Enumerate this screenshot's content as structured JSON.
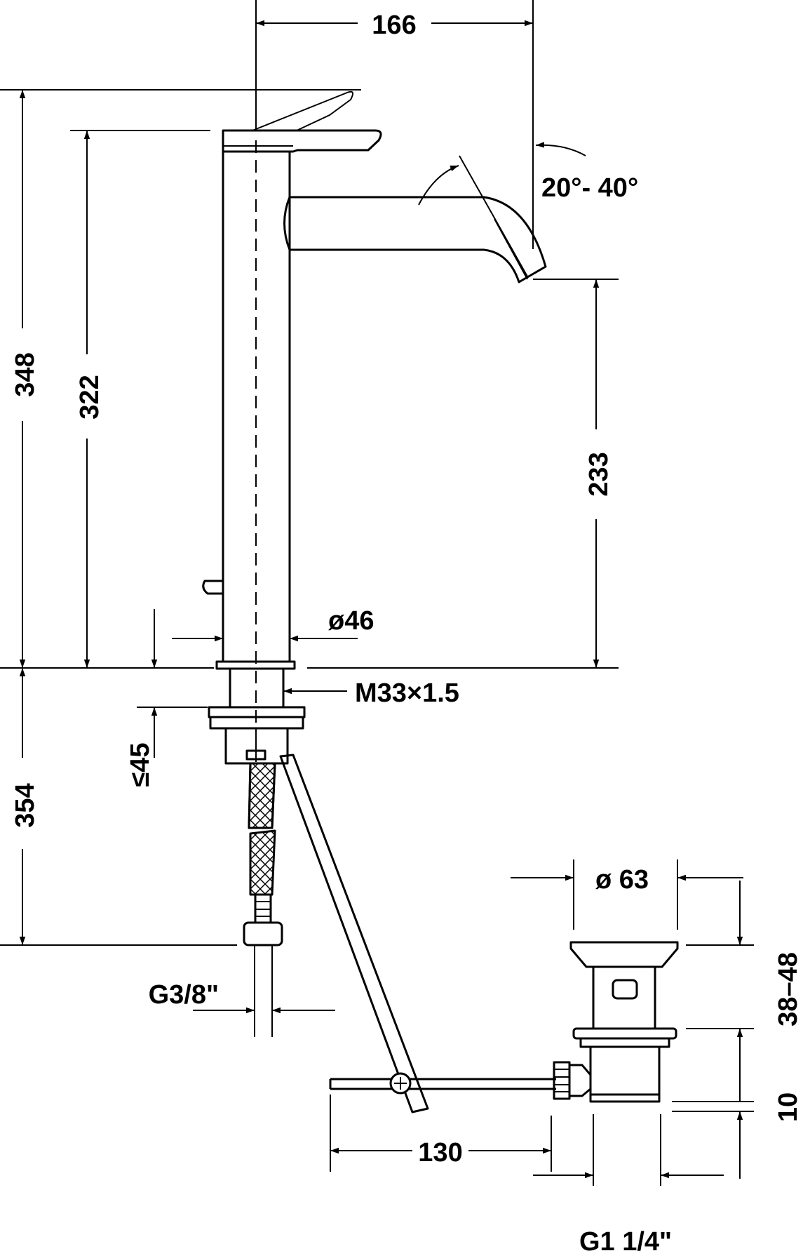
{
  "dimensions": {
    "width_166": "166",
    "angle": "20°- 40°",
    "height_348": "348",
    "height_322": "322",
    "height_233": "233",
    "diameter_46": "ø46",
    "thread_m33": "M33×1.5",
    "max_45": "≤45",
    "height_354": "354",
    "diameter_63": "ø 63",
    "range_38_48": "38–48",
    "value_10": "10",
    "g3_8": "G3/8\"",
    "length_130": "130",
    "g1_1_4": "G1 1/4\""
  }
}
